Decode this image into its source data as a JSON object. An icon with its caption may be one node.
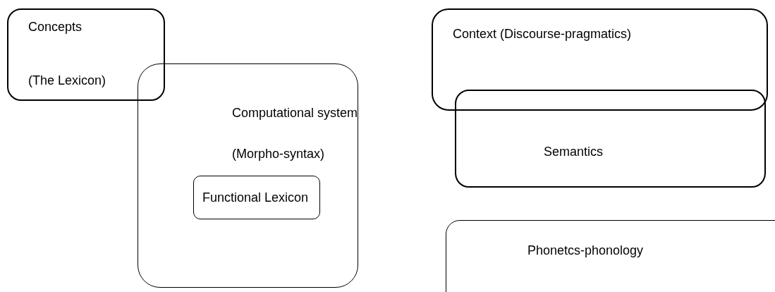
{
  "diagram": {
    "nodes": [
      {
        "text": [
          "Concepts",
          "(The Lexicon)"
        ]
      },
      {
        "text": [
          "Computational system",
          "(Morpho-syntax)"
        ]
      },
      {
        "text": [
          "Functional Lexicon"
        ],
        "in": 1
      },
      {
        "text": [
          "Context (Discourse-pragmatics)"
        ]
      },
      {
        "text": [
          "Semantics"
        ]
      },
      {
        "text": [
          "Phonetcs-phonology"
        ]
      }
    ]
  }
}
